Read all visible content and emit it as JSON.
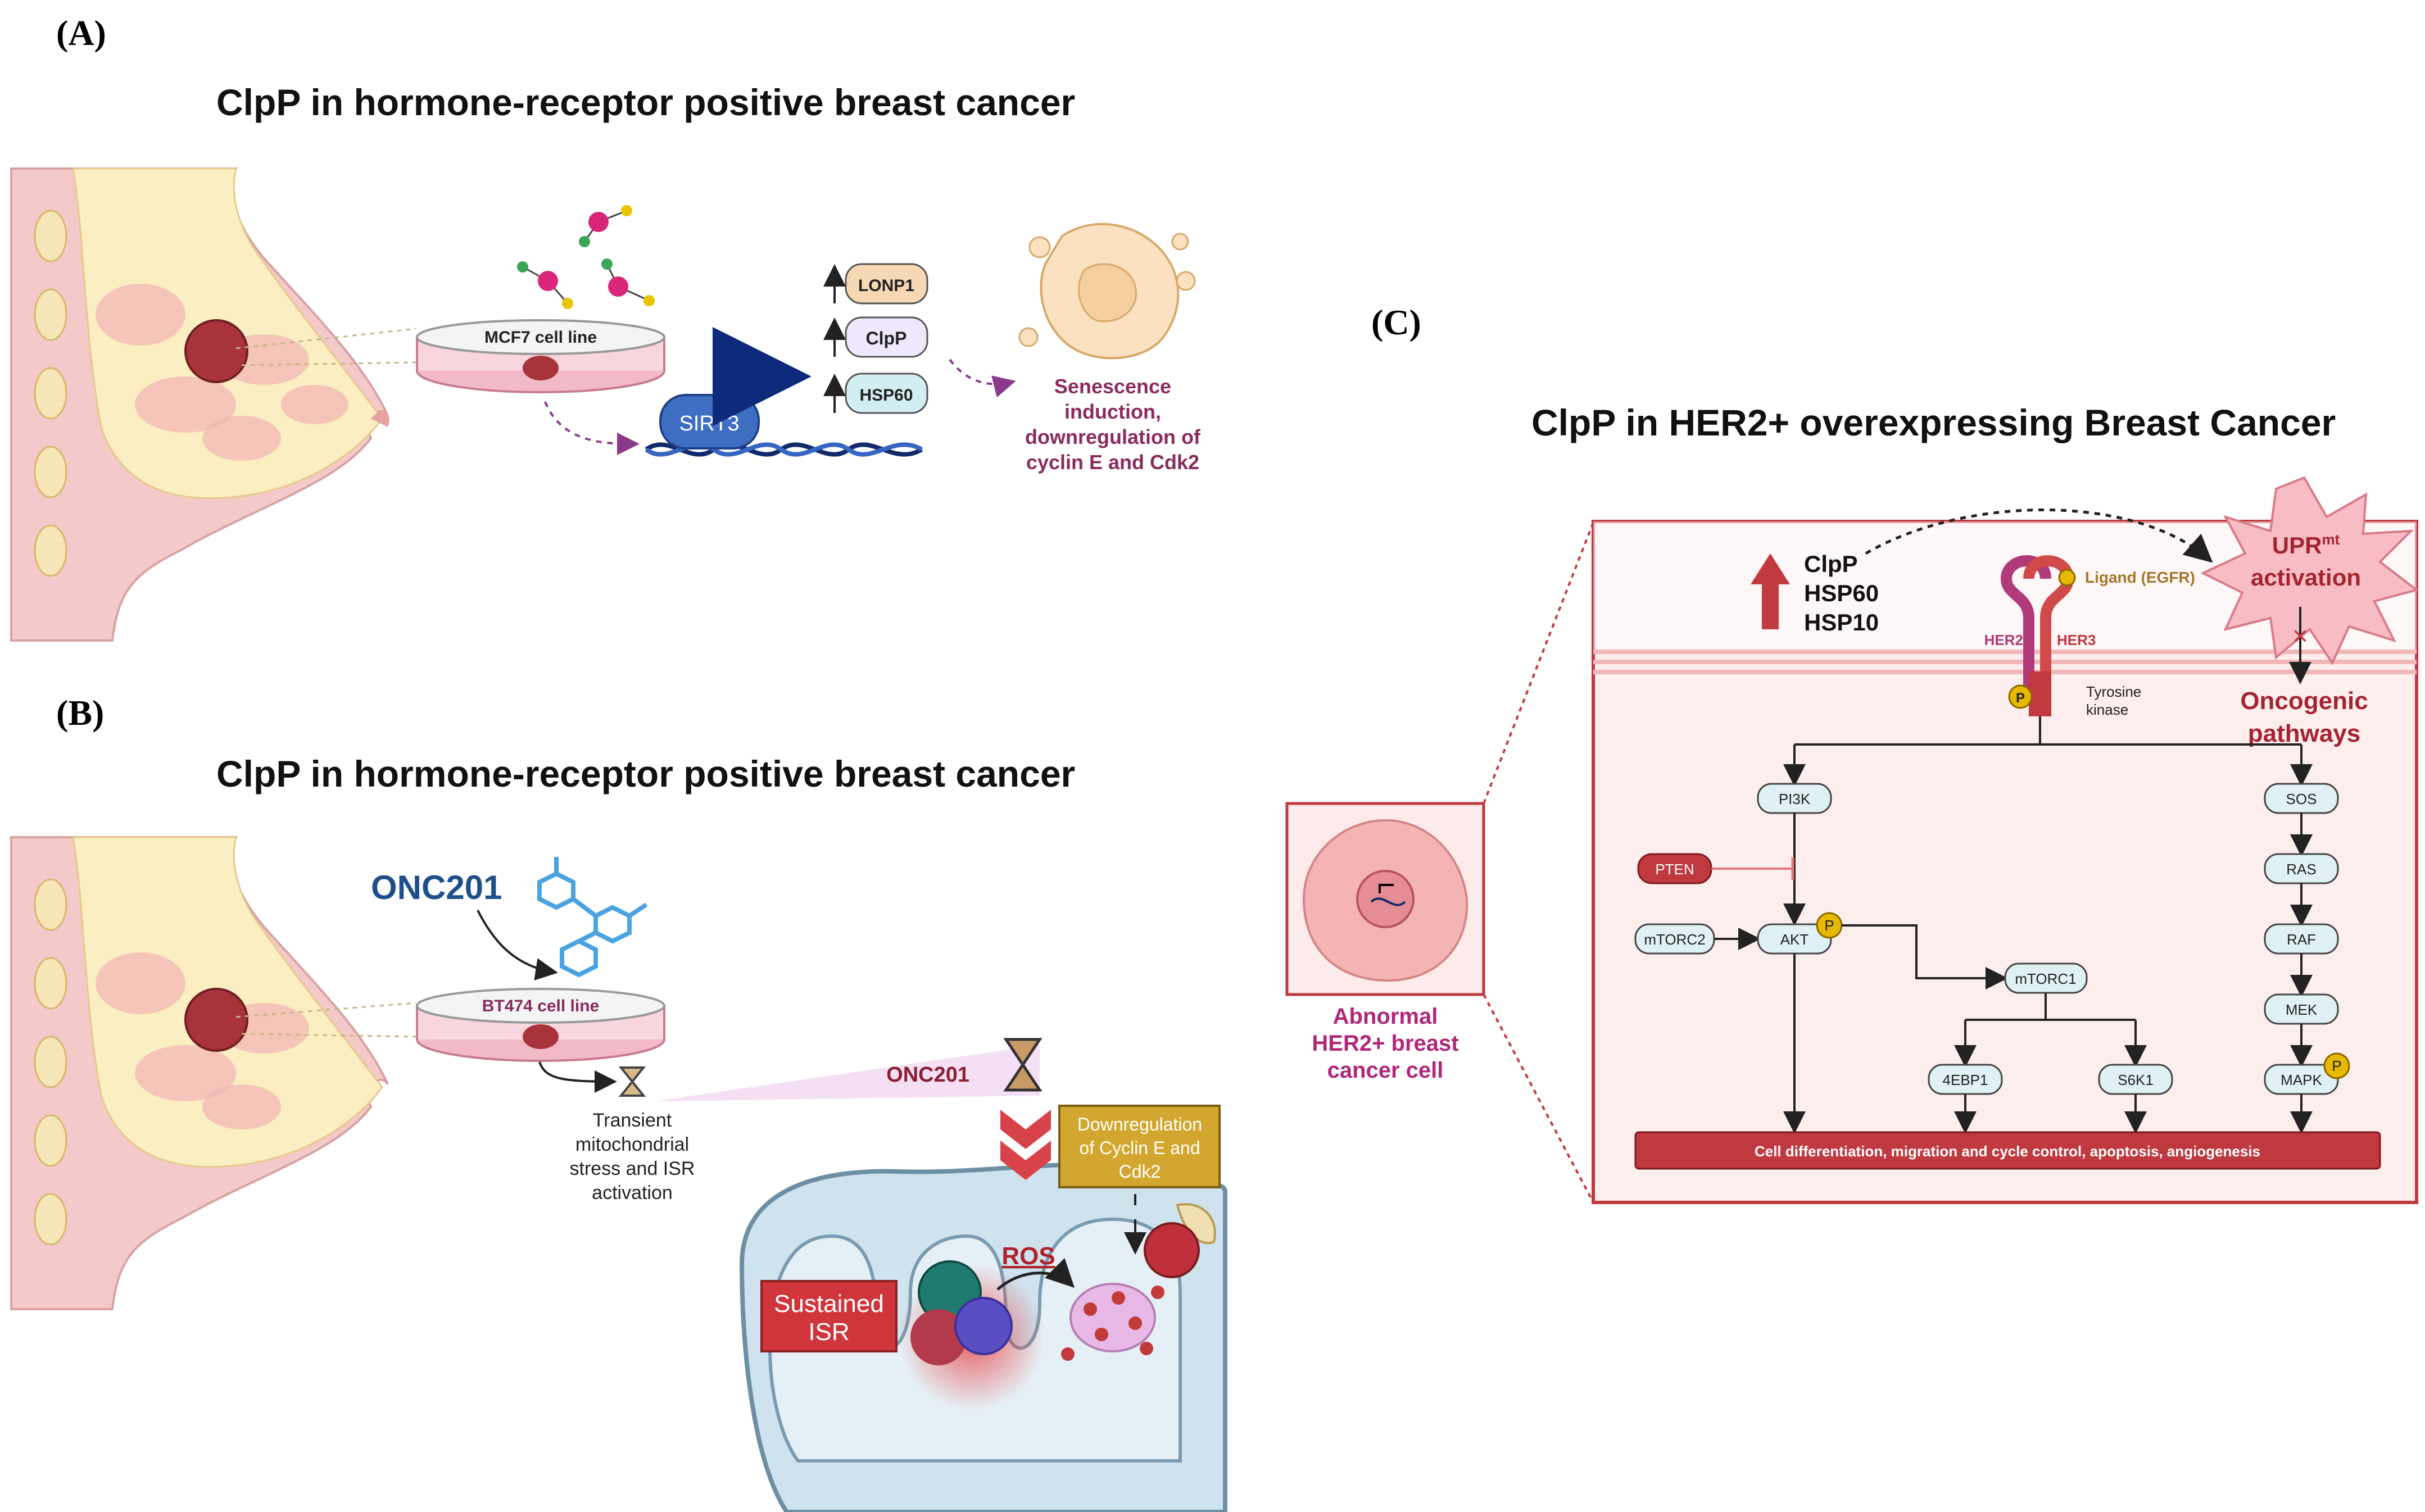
{
  "panels": {
    "a": {
      "letter": "(A)",
      "title": "ClpP in hormone-receptor positive breast cancer",
      "cell_line": "MCF7 cell line",
      "sirt3": "SIRT3",
      "proteins": [
        "LONP1",
        "ClpP",
        "HSP60"
      ],
      "outcome_lines": [
        "Senescence",
        "induction,",
        "downregulation of",
        "cyclin E and Cdk2"
      ]
    },
    "b": {
      "letter": "(B)",
      "title": "ClpP in hormone-receptor positive breast cancer",
      "drug": "ONC201",
      "cell_line": "BT474 cell line",
      "stress_lines": [
        "Transient",
        "mitochondrial",
        "stress and ISR",
        "activation"
      ],
      "downreg_lines": [
        "Downregulation",
        "of Cyclin E and",
        "Cdk2"
      ],
      "isr_lines": [
        "Sustained",
        "ISR"
      ],
      "ros": "ROS"
    },
    "c": {
      "letter": "(C)",
      "title": "ClpP in HER2+ overexpressing Breast Cancer",
      "proteins": [
        "ClpP",
        "HSP60",
        "HSP10"
      ],
      "ligand": "Ligand (EGFR)",
      "her2": "HER2",
      "her3": "HER3",
      "tk_lines": [
        "Tyrosine",
        "kinase"
      ],
      "upr_base": "UPR",
      "upr_sup": "mt",
      "upr_activation": "activation",
      "oncogenic_lines": [
        "Oncogenic",
        "pathways"
      ],
      "phospho": "P",
      "nodes": {
        "pi3k": "PI3K",
        "pten": "PTEN",
        "mtorc2": "mTORC2",
        "akt": "AKT",
        "mtorc1": "mTORC1",
        "ebp1": "4EBP1",
        "s6k1": "S6K1",
        "sos": "SOS",
        "ras": "RAS",
        "raf": "RAF",
        "mek": "MEK",
        "mapk": "MAPK"
      },
      "outcomes": "Cell differentiation, migration and cycle control, apoptosis, angiogenesis",
      "cell_label_lines": [
        "Abnormal",
        "HER2+ breast",
        "cancer cell"
      ]
    }
  }
}
